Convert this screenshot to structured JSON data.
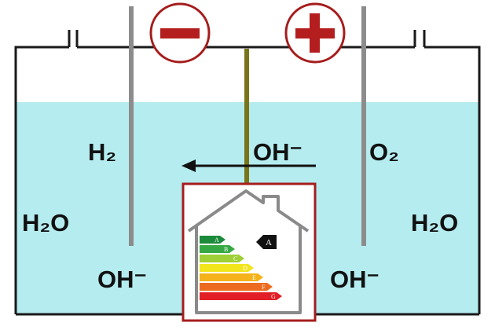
{
  "diagram": {
    "title": "",
    "colors": {
      "electrolyte": "#b5ecef",
      "frame": "#1a1a1a",
      "electrode": "#8c8c8c",
      "membrane": "#7a7419",
      "sign_border": "#a51d1d",
      "sign_fill": "#b51e1e",
      "card_border": "#a51d1d",
      "arrow": "#111111"
    },
    "terminals": {
      "negative": {
        "symbol": "−",
        "icon": "minus-sign-icon"
      },
      "positive": {
        "symbol": "+",
        "icon": "plus-sign-icon"
      }
    },
    "labels": {
      "left_gas": "H₂",
      "right_gas": "O₂",
      "center_ion": "OH⁻",
      "left_water": "H₂O",
      "right_water": "H₂O",
      "left_ion": "OH⁻",
      "right_ion": "OH⁻"
    },
    "ion_flow_direction": "right-to-left",
    "energy_label": {
      "icon": "house-outline-icon",
      "current_rating": "A",
      "ratings": [
        {
          "letter": "A",
          "color": "#1c8a3a"
        },
        {
          "letter": "B",
          "color": "#36a843"
        },
        {
          "letter": "C",
          "color": "#9fcf36"
        },
        {
          "letter": "D",
          "color": "#f2e51c"
        },
        {
          "letter": "E",
          "color": "#f5b21a"
        },
        {
          "letter": "F",
          "color": "#ec6b1f"
        },
        {
          "letter": "G",
          "color": "#e21f26"
        }
      ]
    }
  }
}
